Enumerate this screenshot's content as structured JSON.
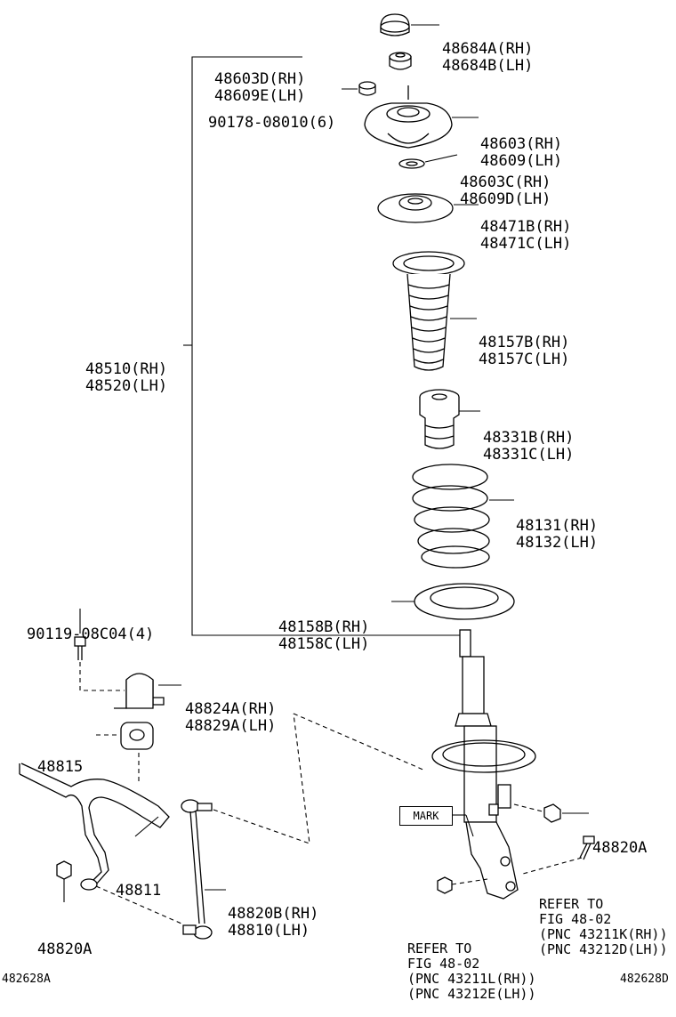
{
  "labels": {
    "l48684": [
      "48684A(RH)",
      "48684B(LH)"
    ],
    "l48603d": [
      "48603D(RH)",
      "48609E(LH)"
    ],
    "l90178": [
      "90178-08010(6)"
    ],
    "l48603": [
      "48603(RH)",
      "48609(LH)"
    ],
    "l48603c": [
      "48603C(RH)",
      "48609D(LH)"
    ],
    "l48471": [
      "48471B(RH)",
      "48471C(LH)"
    ],
    "l48510": [
      "48510(RH)",
      "48520(LH)"
    ],
    "l48157": [
      "48157B(RH)",
      "48157C(LH)"
    ],
    "l48331": [
      "48331B(RH)",
      "48331C(LH)"
    ],
    "l48131": [
      "48131(RH)",
      "48132(LH)"
    ],
    "l48158": [
      "48158B(RH)",
      "48158C(LH)"
    ],
    "l90119": [
      "90119-08C04(4)"
    ],
    "l48824": [
      "48824A(RH)",
      "48829A(LH)"
    ],
    "l48815": [
      "48815"
    ],
    "l48811": [
      "48811"
    ],
    "l48820a_r": [
      "48820A"
    ],
    "l48820a_l": [
      "48820A"
    ],
    "l48820b": [
      "48820B(RH)",
      "48810(LH)"
    ],
    "ref_left": [
      "REFER TO",
      "FIG 48-02",
      "(PNC 43211L(RH))",
      "(PNC 43212E(LH))"
    ],
    "ref_right": [
      "REFER TO",
      "FIG 48-02",
      "(PNC 43211K(RH))",
      "(PNC 43212D(LH))"
    ]
  },
  "mark_label": "MARK",
  "footer": {
    "left_code": "482628A",
    "right_code": "482628D"
  }
}
